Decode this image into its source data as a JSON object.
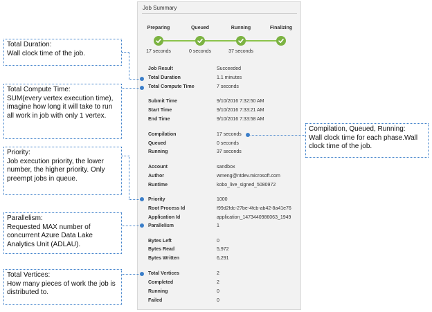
{
  "panel": {
    "title": "Job Summary",
    "phases": [
      {
        "label": "Preparing",
        "time": "17 seconds"
      },
      {
        "label": "Queued",
        "time": "0 seconds"
      },
      {
        "label": "Running",
        "time": "37 seconds"
      },
      {
        "label": "Finalizing",
        "time": ""
      }
    ],
    "fields": [
      {
        "label": "Job Result",
        "value": "Succeeded"
      },
      {
        "label": "Total Duration",
        "value": "1.1 minutes"
      },
      {
        "label": "Total Compute Time",
        "value": "7 seconds"
      },
      {
        "label": "Submit Time",
        "value": "9/10/2016 7:32:50 AM"
      },
      {
        "label": "Start Time",
        "value": "9/10/2016 7:33:21 AM"
      },
      {
        "label": "End Time",
        "value": "9/10/2016 7:33:58 AM"
      },
      {
        "label": "Compilation",
        "value": "17 seconds"
      },
      {
        "label": "Queued",
        "value": "0 seconds"
      },
      {
        "label": "Running",
        "value": "37 seconds"
      },
      {
        "label": "Account",
        "value": "sandbox"
      },
      {
        "label": "Author",
        "value": "wmeng@ntdev.microsoft.com"
      },
      {
        "label": "Runtime",
        "value": "kobo_live_signed_5080972"
      },
      {
        "label": "Priority",
        "value": "1000"
      },
      {
        "label": "Root Process Id",
        "value": "f99d2fdc-27be-4fcb-ab42-8a41e76"
      },
      {
        "label": "Application Id",
        "value": "application_1473440986063_1949"
      },
      {
        "label": "Parallelism",
        "value": "1"
      },
      {
        "label": "Bytes Left",
        "value": "0"
      },
      {
        "label": "Bytes Read",
        "value": "5,972"
      },
      {
        "label": "Bytes Written",
        "value": "6,291"
      },
      {
        "label": "Total Vertices",
        "value": "2"
      },
      {
        "label": "Completed",
        "value": "2"
      },
      {
        "label": "Running",
        "value": "0"
      },
      {
        "label": "Failed",
        "value": "0"
      }
    ]
  },
  "callouts": {
    "duration": {
      "title": "Total Duration:",
      "body": "Wall clock time of the job."
    },
    "compute": {
      "title": "Total Compute Time:",
      "body": "SUM(every vertex execution time), imagine how long it will take to run all work in job with only 1 vertex."
    },
    "priority": {
      "title": "Priority:",
      "body": "Job execution priority, the lower number, the higher priority. Only preempt jobs in queue."
    },
    "parallelism": {
      "title": "Parallelism:",
      "body": "Requested MAX number of concurrent Azure Data Lake Analytics Unit (ADLAU)."
    },
    "vertices": {
      "title": "Total Vertices:",
      "body": "How many pieces of work the job is distributed to."
    },
    "phases": {
      "title": "Compilation, Queued, Running:",
      "body": "Wall clock time for each phase.Wall clock time of the job."
    }
  },
  "colors": {
    "accent": "#3b7ec9",
    "success": "#7cb342"
  }
}
